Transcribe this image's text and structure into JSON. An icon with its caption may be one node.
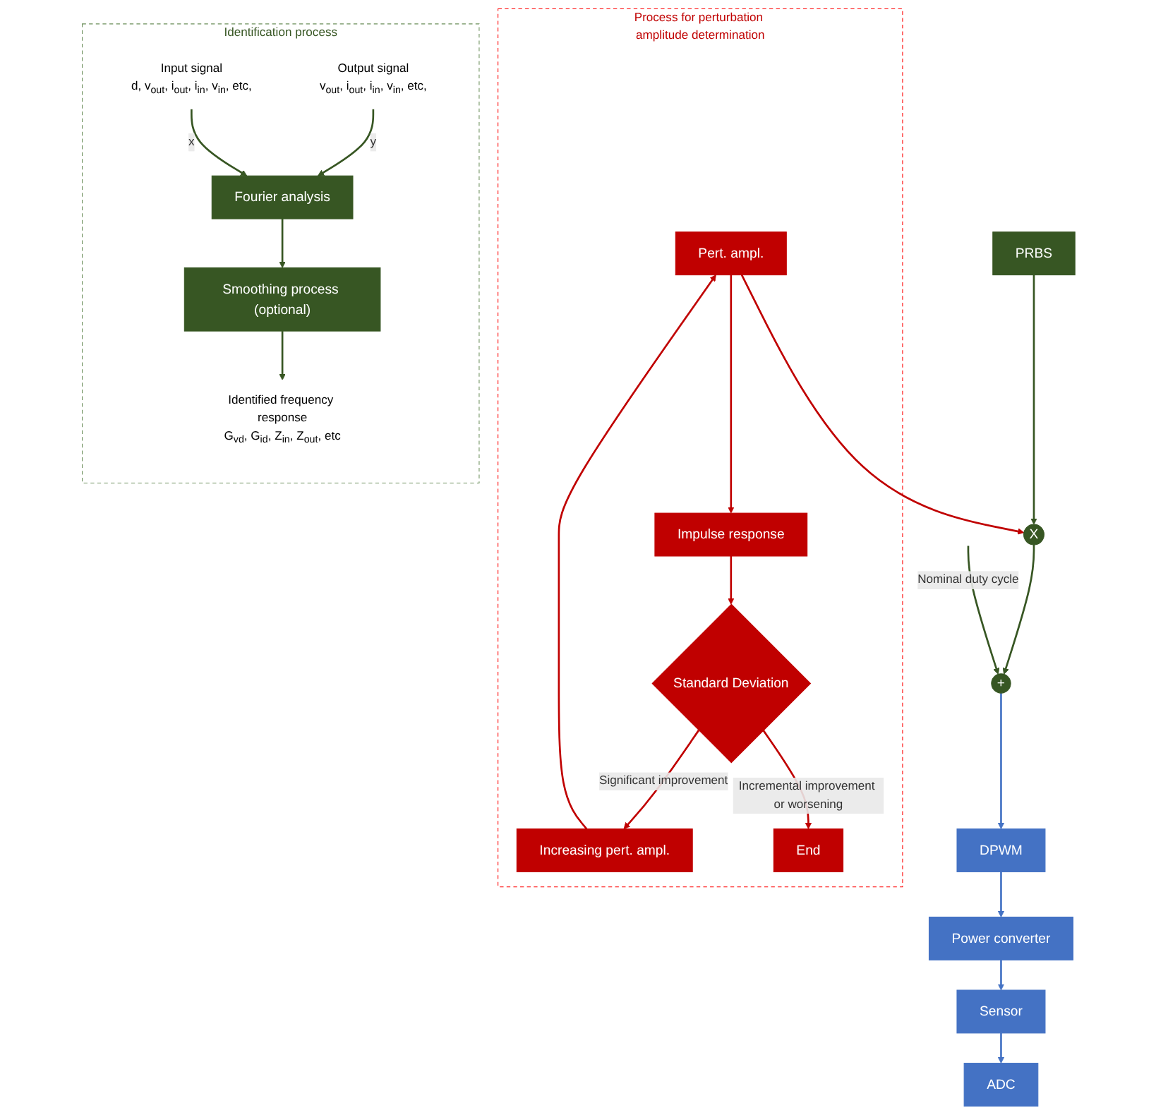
{
  "diagram": {
    "nodes": [
      {
        "text": [
          "DPWM"
        ]
      },
      {
        "text": [
          "Power converter"
        ]
      },
      {
        "text": [
          "Sensor"
        ]
      },
      {
        "text": [
          "ADC"
        ]
      },
      {
        "text": [
          "Process for perturbation amplitude determination"
        ]
      },
      {
        "text": [
          "Pert. ampl."
        ],
        "in": 4
      },
      {
        "text": [
          "Impulse response"
        ],
        "in": 4
      },
      {
        "text": [
          "Increasing pert. ampl."
        ],
        "in": 4
      },
      {
        "text": [
          "Standard Deviation"
        ],
        "in": 4
      },
      {
        "text": [
          "End"
        ],
        "in": 4
      },
      {
        "text": [
          "Identification process"
        ]
      },
      {
        "text": [
          "Input signal",
          "d, v$_{out}$, i$_{out}$, i$_{in}$, v$_{in}$, etc,"
        ],
        "in": 10
      },
      {
        "text": [
          "Output signal",
          "v$_{out}$, i$_{out}$, i$_{in}$, v$_{in}$, etc,"
        ],
        "in": 10
      },
      {
        "text": [
          "Fourier analysis"
        ],
        "in": 10
      },
      {
        "text": [
          "Smoothing process (optional)"
        ],
        "in": 10
      },
      {
        "text": [
          "Identified frequency response",
          "G$_{vd}$, G$_{id}$, Z$_{in}$, Z$_{out}$, etc"
        ],
        "in": 10
      },
      {
        "text": [
          "+"
        ]
      },
      {
        "text": [
          "X"
        ]
      },
      {
        "text": [
          "PRBS"
        ]
      }
    ],
    "edges": [
      {
        "from": 0,
        "to": 1,
        "arrow": "to",
        "color": "#4472c4"
      },
      {
        "from": 1,
        "to": 2,
        "arrow": "to",
        "color": "#4472c4"
      },
      {
        "from": 2,
        "to": 3,
        "arrow": "to",
        "color": "#4472c4"
      },
      {
        "from": 16,
        "to": 0,
        "arrow": "to",
        "color": "#4472c4"
      },
      {
        "from": 7,
        "to": 5,
        "arrow": "to",
        "color": "#c00000"
      },
      {
        "from": 5,
        "to": 6,
        "arrow": "to",
        "color": "#c00000"
      },
      {
        "from": 6,
        "to": 8,
        "arrow": "to",
        "color": "#c00000"
      },
      {
        "from": 8,
        "to": 7,
        "arrow": "to",
        "label": "Significant improvement",
        "color": "#c00000"
      },
      {
        "from": 8,
        "to": 9,
        "arrow": "to",
        "label": "Incremental improvement or worsening",
        "color": "#c00000"
      },
      {
        "from": 5,
        "to": 17,
        "arrow": "to",
        "color": "#c00000"
      },
      {
        "from": 11,
        "to": 13,
        "arrow": "to",
        "label": "x"
      },
      {
        "from": 12,
        "to": 13,
        "arrow": "to",
        "label": "y"
      },
      {
        "from": 13,
        "to": 14,
        "arrow": "to"
      },
      {
        "from": 14,
        "to": 15,
        "arrow": "to"
      },
      {
        "from": 18,
        "to": 17,
        "arrow": "to"
      },
      {
        "from": 17,
        "to": 16,
        "arrow": "to"
      },
      {
        "from": null,
        "to": 16,
        "arrow": "to",
        "label": "Nominal duty cycle"
      }
    ]
  }
}
